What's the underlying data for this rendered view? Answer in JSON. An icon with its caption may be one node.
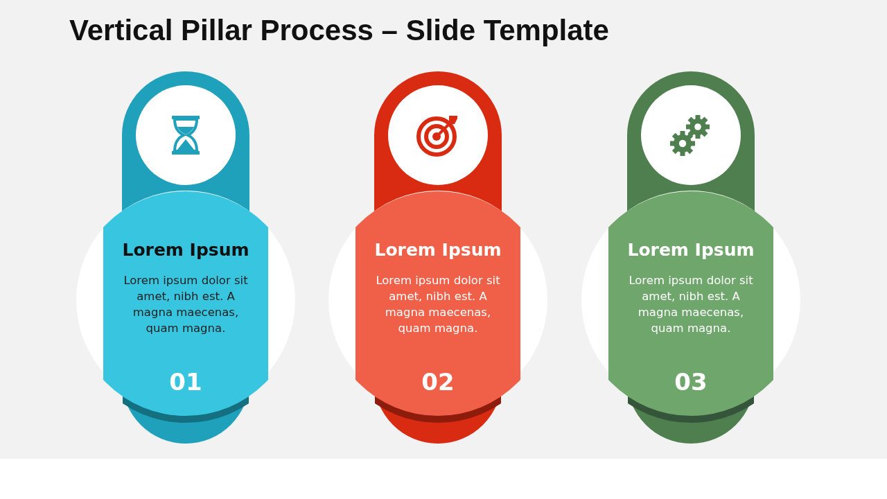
{
  "diagram": {
    "title": "Vertical Pillar Process – Slide Template",
    "nodes": [
      {
        "text": [
          "Lorem Ipsum",
          "Lorem ipsum dolor sit amet, nibh est. A magna maecenas, quam magna.",
          "01"
        ]
      },
      {
        "text": [
          "Lorem Ipsum",
          "Lorem ipsum dolor sit amet, nibh est. A magna maecenas, quam magna.",
          "02"
        ]
      },
      {
        "text": [
          "Lorem Ipsum",
          "Lorem ipsum dolor sit amet, nibh est. A magna maecenas, quam magna.",
          "03"
        ]
      }
    ],
    "edges": []
  }
}
